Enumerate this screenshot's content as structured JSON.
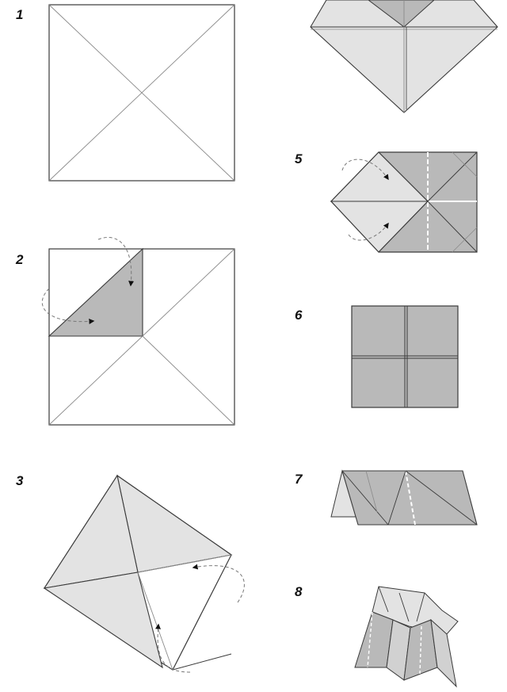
{
  "colors": {
    "paper_white": "#ffffff",
    "paper_light": "#e3e3e3",
    "paper_dark": "#b9b9b9",
    "outline": "#3a3a3a",
    "crease": "#8a8a8a",
    "arrow": "#111111"
  },
  "steps": [
    {
      "label": "1",
      "shape": "square-with-diagonal-creases"
    },
    {
      "label": "2",
      "shape": "fold-corner-to-center",
      "arrows": 2
    },
    {
      "label": "3",
      "shape": "remaining-corners-folded",
      "arrows": 2
    },
    {
      "label": "5",
      "shape": "flip-and-fold-corners-to-center",
      "arrows": 2
    },
    {
      "label": "6",
      "shape": "folded-square-four-flaps"
    },
    {
      "label": "7",
      "shape": "folded-in-half"
    },
    {
      "label": "8",
      "shape": "finished-fortune-teller"
    }
  ],
  "partial_step": {
    "shape": "square-folded-to-center-top-cut-off",
    "label_visible": false
  }
}
